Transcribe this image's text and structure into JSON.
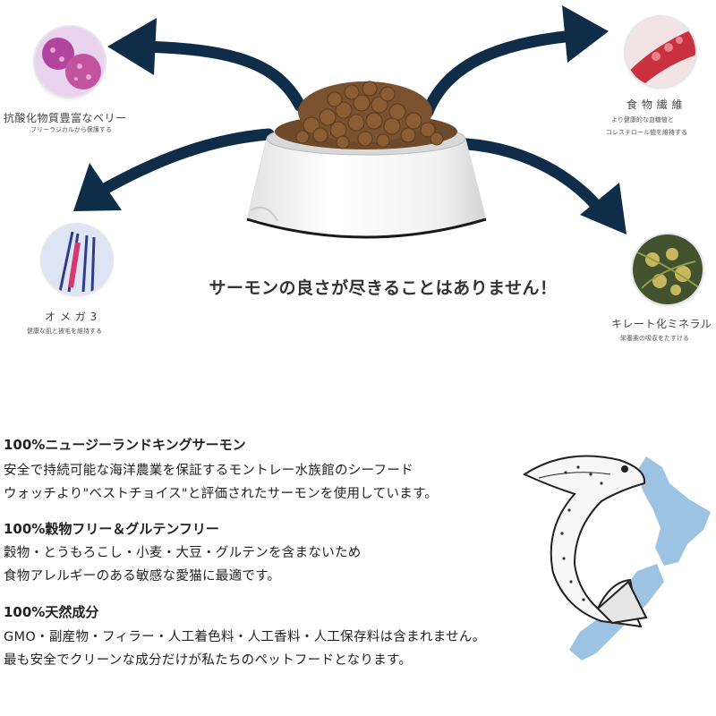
{
  "features": {
    "berry": {
      "title": "抗酸化物質豊富なベリー",
      "subtitle": "フリーラジカルから保護する"
    },
    "fiber": {
      "title": "食 物 繊 維",
      "subtitle_1": "より健康的な血糖値と",
      "subtitle_2": "コレステロール値を維持する"
    },
    "omega": {
      "title": "オ メ ガ 3",
      "subtitle": "健康な肌と被毛を維持する"
    },
    "mineral": {
      "title": "キレート化ミネラル",
      "subtitle": "栄養素の吸収をたすける"
    }
  },
  "headline": "サーモンの良さが尽きることはありません！",
  "sections": [
    {
      "title": "100%ニュージーランドキングサーモン",
      "lines": [
        "安全で持続可能な海洋農業を保証するモントレー水族館のシーフード",
        "ウォッチより\"ベストチョイス\"と評価されたサーモンを使用しています。"
      ]
    },
    {
      "title": "100%穀物フリー＆グルテンフリー",
      "lines": [
        "穀物・とうもろこし・小麦・大豆・グルテンを含まないため",
        "食物アレルギーのある敏感な愛猫に最適です。"
      ]
    },
    {
      "title": "100%天然成分",
      "lines": [
        "GMO・副産物・フィラー・人工着色料・人工香料・人工保存料は含まれません。",
        "最も安全でクリーンな成分だけが私たちのペットフードとなります。"
      ]
    }
  ],
  "colors": {
    "arrow": "#0f2d49",
    "map": "#9cc3e2",
    "text": "#222222",
    "bowl": "#ffffff"
  },
  "icons": [
    "berry-cell-icon",
    "fiber-icon",
    "omega3-icon",
    "mineral-icon",
    "salmon-illustration",
    "new-zealand-map"
  ]
}
